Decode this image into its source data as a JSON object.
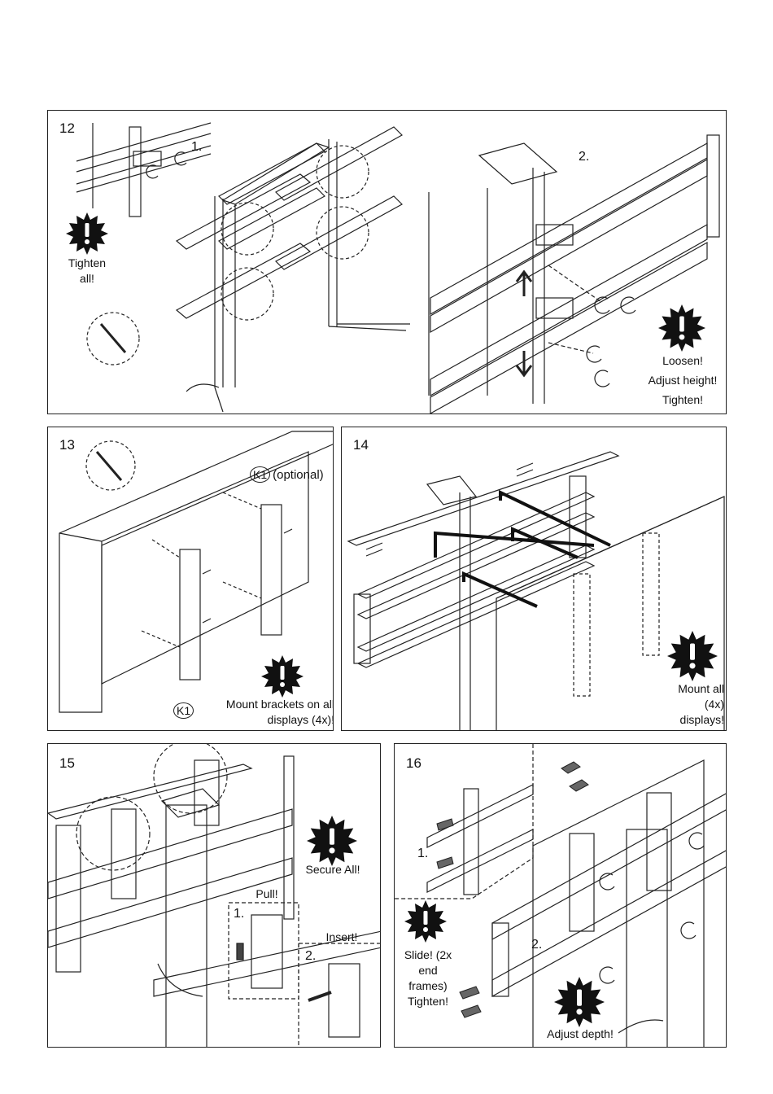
{
  "steps": [
    {
      "number": "12",
      "substep_1": "1.",
      "substep_2": "2.",
      "tighten_all": "Tighten all!",
      "loosen": "Loosen!",
      "adjust_height": "Adjust height!",
      "tighten": "Tighten!"
    },
    {
      "number": "13",
      "k1_optional_code": "K1",
      "k1_optional_note": "(optional)",
      "k1_code": "K1",
      "mount_brackets": "Mount brackets on all displays (4x)!"
    },
    {
      "number": "14",
      "mount_all": "Mount all (4x) displays!"
    },
    {
      "number": "15",
      "secure_all": "Secure All!",
      "pull": "Pull!",
      "substep_1": "1.",
      "insert": "Insert!",
      "substep_2": "2."
    },
    {
      "number": "16",
      "substep_1": "1.",
      "substep_2": "2.",
      "slide": "Slide! (2x end frames)",
      "tighten": "Tighten!",
      "adjust_depth": "Adjust depth!"
    }
  ],
  "icons": {
    "warning": "exclamation-starburst-icon",
    "tool": "hex-key-tool-icon"
  }
}
